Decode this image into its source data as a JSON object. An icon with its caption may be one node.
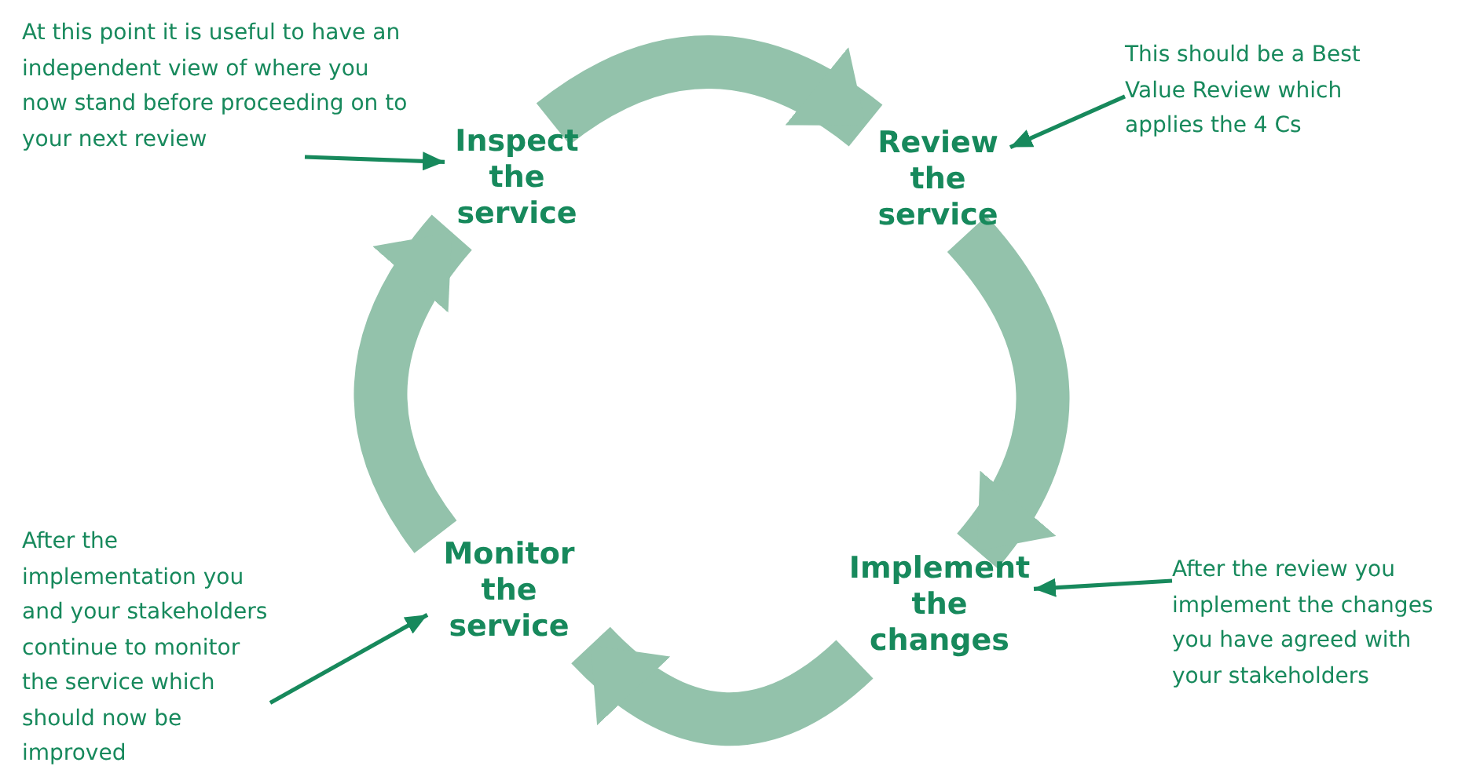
{
  "diagram": {
    "nodes": [
      {
        "text": [
          "At this point it is useful to have an independent view of where you now stand before proceeding on to your next review"
        ]
      },
      {
        "text": [
          "This should be a Best Value Review which applies the 4 Cs"
        ]
      },
      {
        "text": [
          "Inspect the service"
        ]
      },
      {
        "text": [
          "Review the service"
        ]
      },
      {
        "text": [
          "Monitor the service"
        ]
      },
      {
        "text": [
          "Implement the changes"
        ]
      },
      {
        "text": [
          "After the implementation you and your stakeholders continue to monitor the service which should now be improved"
        ]
      },
      {
        "text": [
          "After the review you implement the changes you have agreed with your stakeholders"
        ]
      }
    ],
    "edges": [
      {
        "from": 0,
        "to": 2,
        "arrow": "to"
      },
      {
        "from": 1,
        "to": 3,
        "arrow": "to"
      },
      {
        "from": 6,
        "to": 4,
        "arrow": "to"
      },
      {
        "from": 7,
        "to": 5,
        "arrow": "to"
      },
      {
        "from": 2,
        "to": 3,
        "arrow": "to",
        "style": "thick",
        "color": "#93c2ab"
      },
      {
        "from": 3,
        "to": 5,
        "arrow": "to",
        "style": "thick",
        "color": "#93c2ab"
      },
      {
        "from": 5,
        "to": 4,
        "arrow": "to",
        "style": "thick",
        "color": "#93c2ab"
      },
      {
        "from": 4,
        "to": 2,
        "arrow": "to",
        "style": "thick",
        "color": "#93c2ab"
      }
    ]
  }
}
